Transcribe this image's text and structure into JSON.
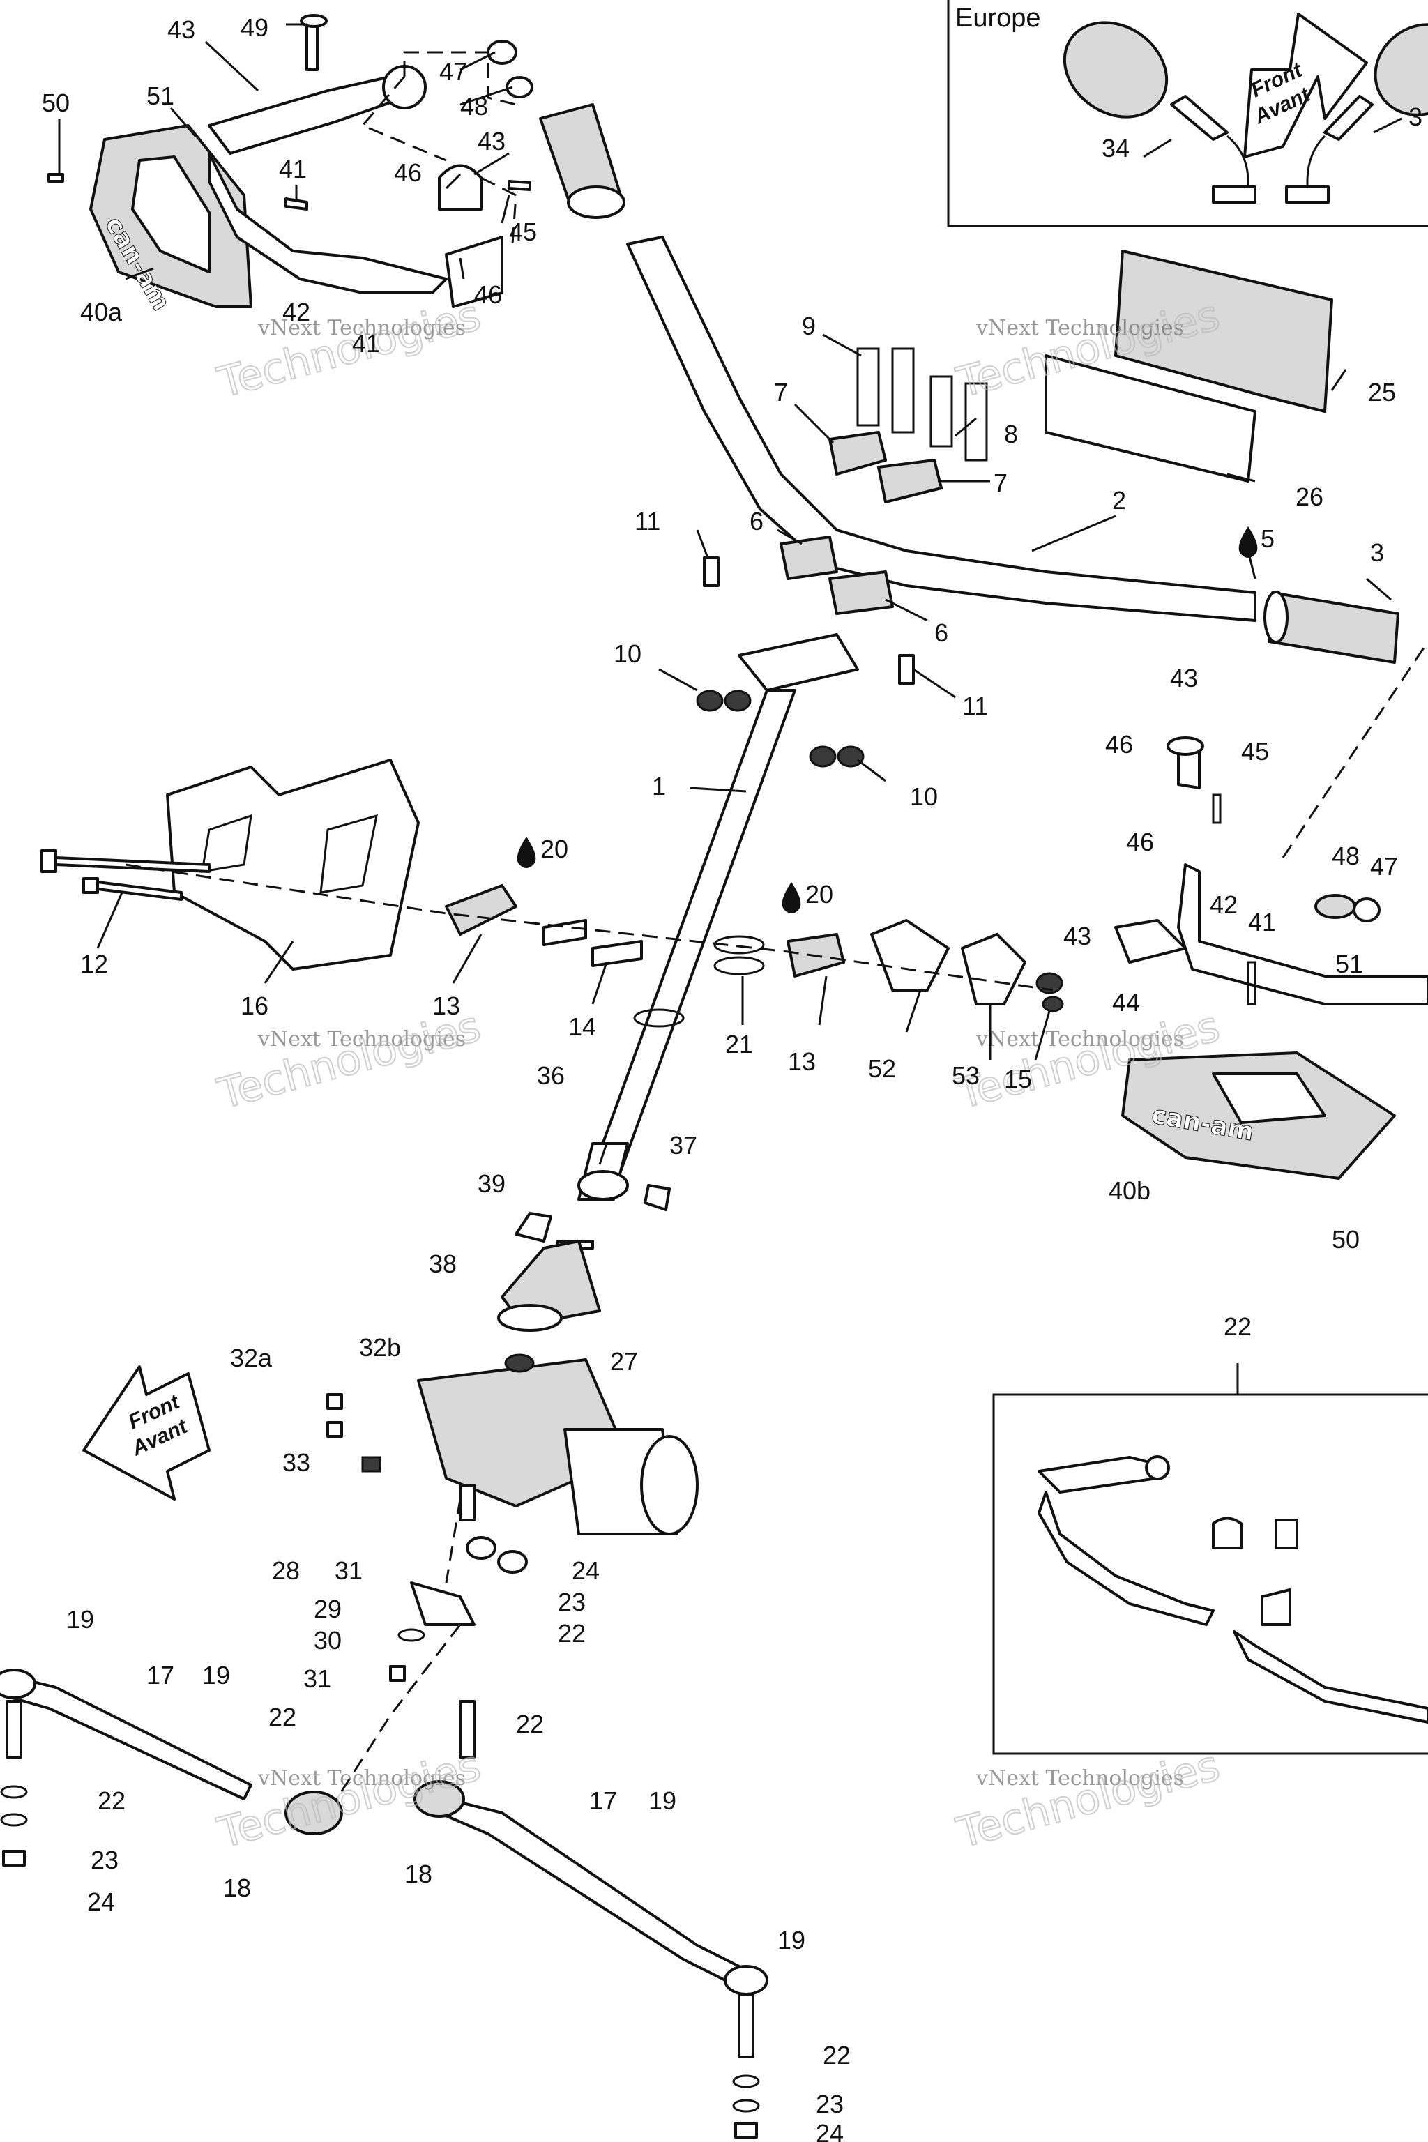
{
  "inset_europe": {
    "title": "Europe"
  },
  "front_arrow": {
    "line1": "Front",
    "line2": "Avant"
  },
  "watermark": {
    "line1": "vNext Technologies",
    "line2": "Technologies"
  },
  "logo_text": "can-am",
  "callouts": {
    "c1": "1",
    "c2": "2",
    "c3": "3",
    "c5": "5",
    "c6a": "6",
    "c6b": "6",
    "c7a": "7",
    "c7b": "7",
    "c8": "8",
    "c9": "9",
    "c10a": "10",
    "c10b": "10",
    "c11a": "11",
    "c11b": "11",
    "c12": "12",
    "c13a": "13",
    "c13b": "13",
    "c14": "14",
    "c15": "15",
    "c16": "16",
    "c17a": "17",
    "c17b": "17",
    "c19a": "19",
    "c19b": "19",
    "c19c": "19",
    "c19d": "19",
    "c18a": "18",
    "c18b": "18",
    "c20a": "20",
    "c20b": "20",
    "c21": "21",
    "c22a": "22",
    "c22b": "22",
    "c22c": "22",
    "c22d": "22",
    "c22e": "22",
    "c22f": "22",
    "c23a": "23",
    "c23b": "23",
    "c23c": "23",
    "c24a": "24",
    "c24b": "24",
    "c24c": "24",
    "c25": "25",
    "c26": "26",
    "c27": "27",
    "c28": "28",
    "c31a": "31",
    "c29": "29",
    "c30": "30",
    "c31b": "31",
    "c32a": "32a",
    "c32b": "32b",
    "c33": "33",
    "c34": "34",
    "c35": "3",
    "c36": "36",
    "c37": "37",
    "c38": "38",
    "c39": "39",
    "c40a": "40a",
    "c40b": "40b",
    "c41a": "41",
    "c41b": "41",
    "c41c": "41",
    "c42a": "42",
    "c42b": "42",
    "c43a": "43",
    "c43b": "43",
    "c43c": "43",
    "c43d": "43",
    "c44": "44",
    "c45a": "45",
    "c45b": "45",
    "c46a": "46",
    "c46b": "46",
    "c46c": "46",
    "c46d": "46",
    "c47a": "47",
    "c47b": "47",
    "c48a": "48",
    "c48b": "48",
    "c49": "49",
    "c50a": "50",
    "c50b": "50",
    "c51a": "51",
    "c51b": "51",
    "c52": "52",
    "c53": "53"
  }
}
